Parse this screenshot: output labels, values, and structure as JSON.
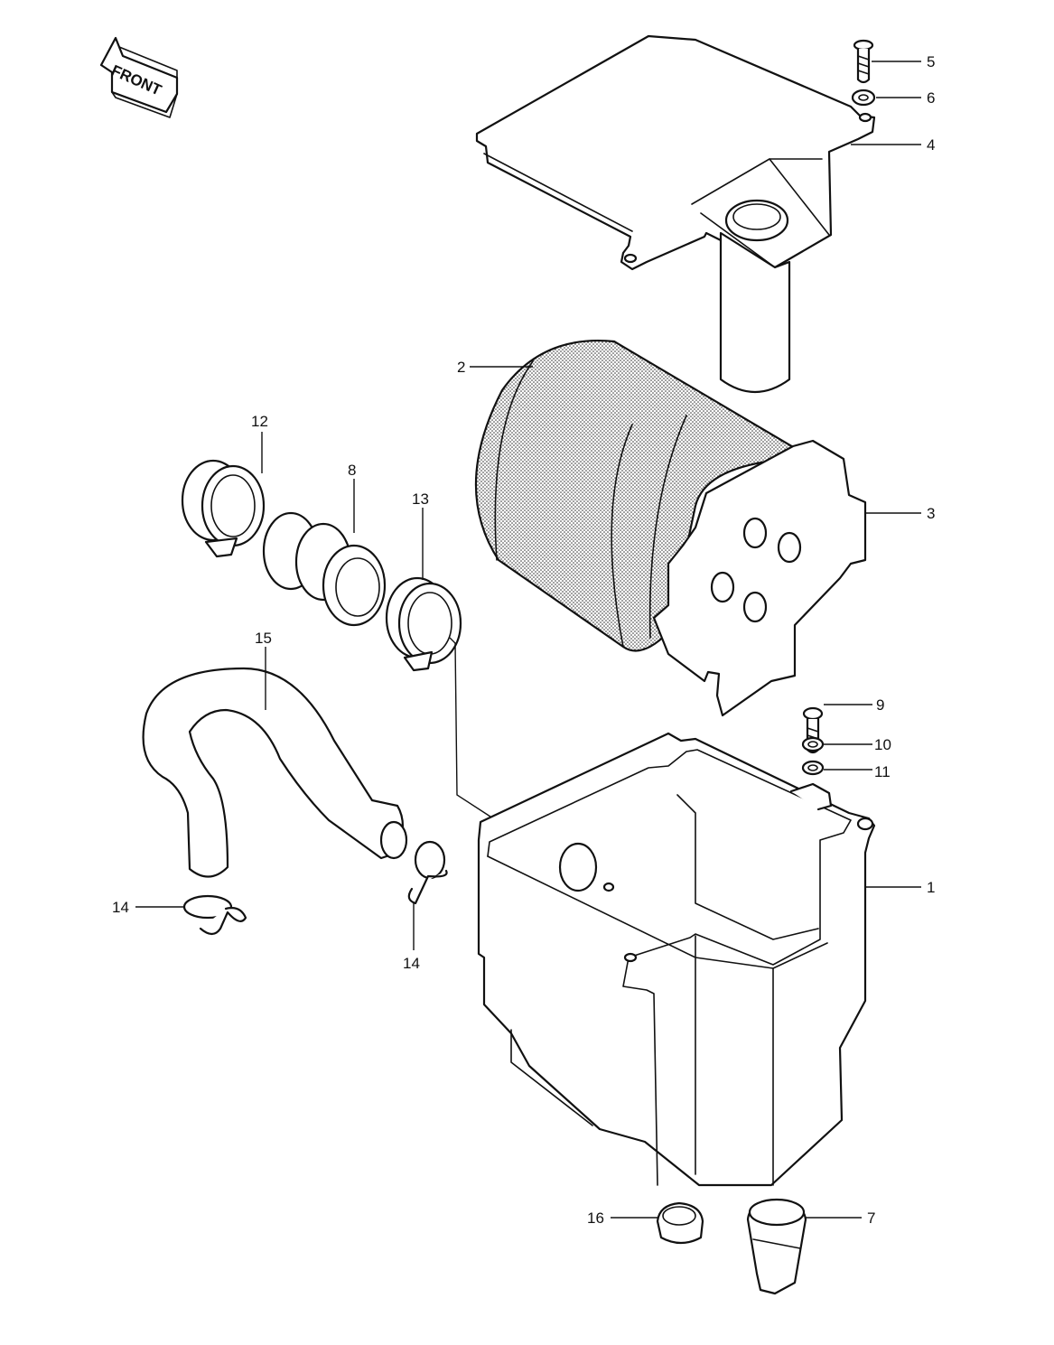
{
  "diagram": {
    "front_label": "FRONT",
    "callouts": [
      {
        "id": "c1",
        "text": "1"
      },
      {
        "id": "c2",
        "text": "2"
      },
      {
        "id": "c3",
        "text": "3"
      },
      {
        "id": "c4",
        "text": "4"
      },
      {
        "id": "c5",
        "text": "5"
      },
      {
        "id": "c6",
        "text": "6"
      },
      {
        "id": "c7",
        "text": "7"
      },
      {
        "id": "c8",
        "text": "8"
      },
      {
        "id": "c9",
        "text": "9"
      },
      {
        "id": "c10",
        "text": "10"
      },
      {
        "id": "c11",
        "text": "11"
      },
      {
        "id": "c12",
        "text": "12"
      },
      {
        "id": "c13",
        "text": "13"
      },
      {
        "id": "c14a",
        "text": "14"
      },
      {
        "id": "c14b",
        "text": "14"
      },
      {
        "id": "c15",
        "text": "15"
      },
      {
        "id": "c16",
        "text": "16"
      }
    ]
  }
}
